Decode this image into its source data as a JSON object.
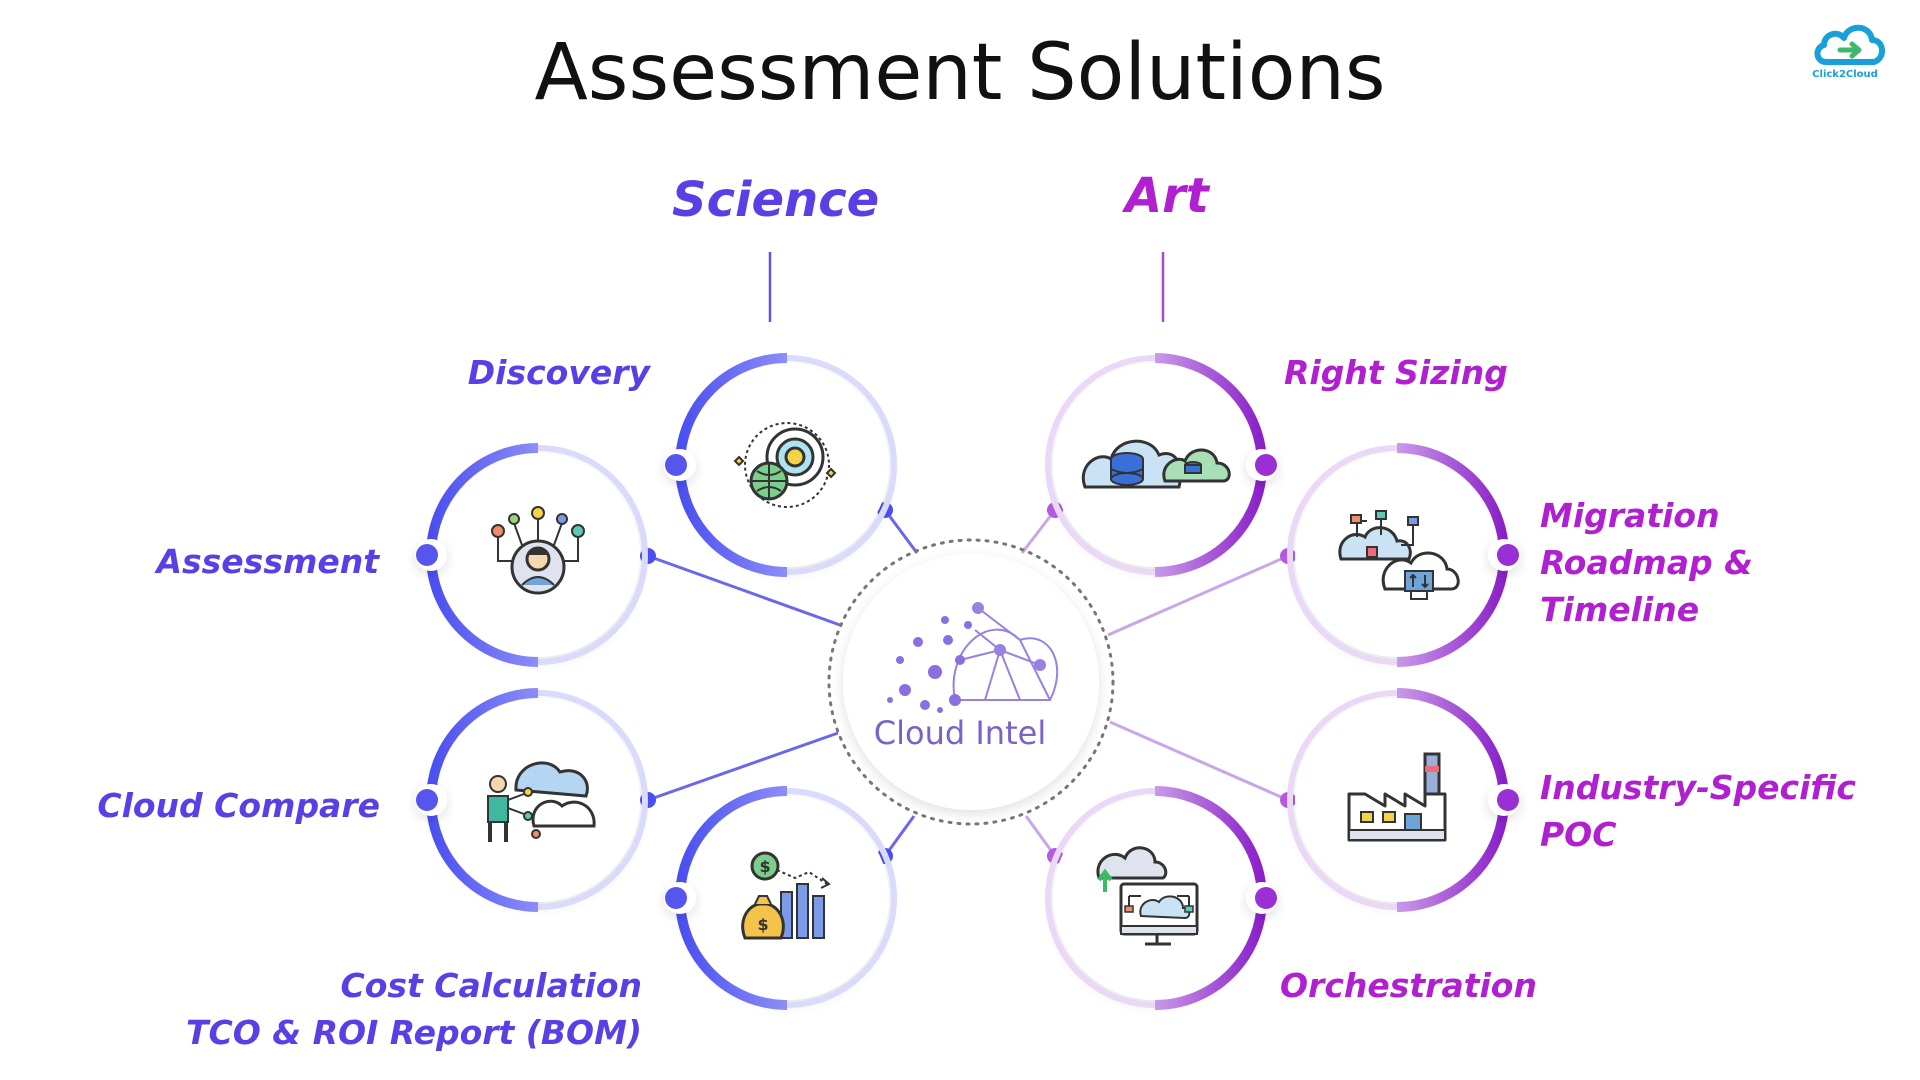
{
  "title": "Assessment Solutions",
  "logo": {
    "text": "Click2Cloud"
  },
  "branches": {
    "science": "Science",
    "art": "Art"
  },
  "center": {
    "label": "Cloud Intel"
  },
  "science_items": [
    {
      "label_lines": [
        "Discovery"
      ],
      "icon": "target-globe-icon"
    },
    {
      "label_lines": [
        "Assessment"
      ],
      "icon": "user-network-icon"
    },
    {
      "label_lines": [
        "Cloud Compare"
      ],
      "icon": "person-clouds-icon"
    },
    {
      "label_lines": [
        "Cost Calculation",
        "TCO & ROI Report (BOM)"
      ],
      "icon": "money-chart-icon"
    }
  ],
  "art_items": [
    {
      "label_lines": [
        "Right Sizing"
      ],
      "icon": "cloud-database-icon"
    },
    {
      "label_lines": [
        "Migration",
        "Roadmap &",
        "Timeline"
      ],
      "icon": "cloud-migration-icon"
    },
    {
      "label_lines": [
        "Industry-Specific",
        "POC"
      ],
      "icon": "factory-icon"
    },
    {
      "label_lines": [
        "Orchestration"
      ],
      "icon": "cloud-monitor-icon"
    }
  ],
  "colors": {
    "science": "#5b3fe6",
    "art": "#b01fd0",
    "logo": "#1aa0d8"
  }
}
